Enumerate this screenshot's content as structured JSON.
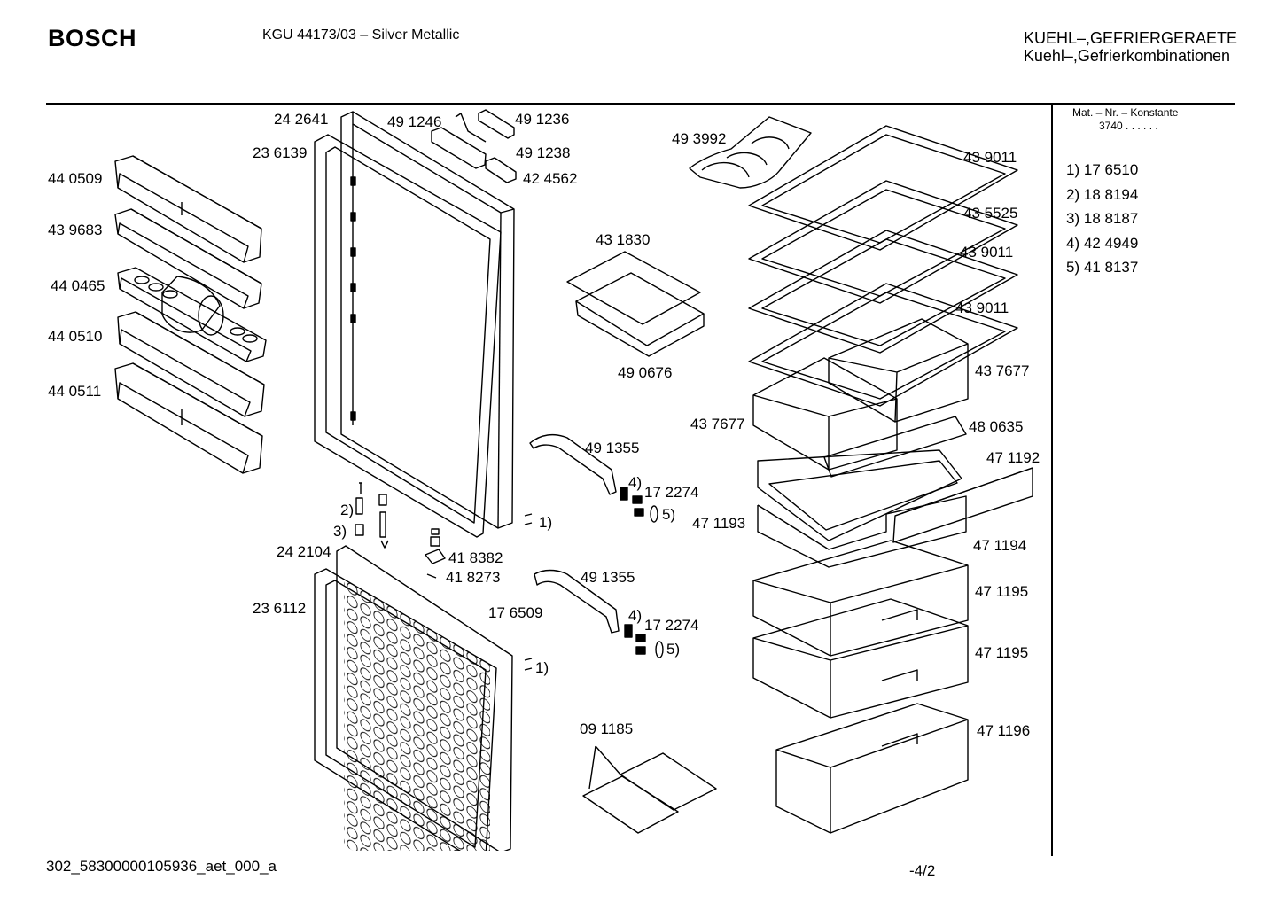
{
  "header": {
    "brand": "BOSCH",
    "model": "KGU 44173/03 – Silver Metallic",
    "category_line1": "KUEHL–,GEFRIERGERAETE",
    "category_line2": "Kuehl–,Gefrierkombinationen"
  },
  "sidebar": {
    "mat_title": "Mat. – Nr. – Konstante",
    "mat_value": "3740 . . . . . .",
    "constants": [
      {
        "id": "1)",
        "value": "17 6510"
      },
      {
        "id": "2)",
        "value": "18 8194"
      },
      {
        "id": "3)",
        "value": "18 8187"
      },
      {
        "id": "4)",
        "value": "42 4949"
      },
      {
        "id": "5)",
        "value": "41 8137"
      }
    ]
  },
  "part_labels": {
    "door_frame_top": "24 2641",
    "door_seal_top": "23 6139",
    "part_491246": "49 1246",
    "part_491236": "49 1236",
    "part_491238": "49 1238",
    "part_424562": "42 4562",
    "shelf_440509": "44 0509",
    "shelf_439683": "43 9683",
    "shelf_440465": "44 0465",
    "shelf_440510": "44 0510",
    "shelf_440511": "44 0511",
    "bottle_rack": "49 3992",
    "glass_shelf_1": "43 9011",
    "glass_shelf_2": "43 5525",
    "glass_shelf_3": "43 9011",
    "glass_shelf_4": "43 9011",
    "drawer_431830": "43 1830",
    "drawer_490676": "49 0676",
    "crisper_right": "43 7677",
    "crisper_left": "43 7677",
    "cover_480635": "48 0635",
    "handle_top": "49 1355",
    "ref_4_top": "4)",
    "hinge_top": "17 2274",
    "ref_5_top": "5)",
    "ref_1_top": "1)",
    "ref_2": "2)",
    "ref_3": "3)",
    "tray_471192": "47 1192",
    "tray_471193": "47 1193",
    "tray_471194": "47 1194",
    "freezer_frame": "24 2104",
    "hinge_418382": "41 8382",
    "pin_418273": "41 8273",
    "handle_bottom": "49 1355",
    "freezer_seal": "23 6112",
    "clip_176509": "17 6509",
    "ref_4_bottom": "4)",
    "hinge_bottom": "17 2274",
    "ref_5_bottom": "5)",
    "ref_1_bottom": "1)",
    "freezer_drawer_1": "47 1195",
    "freezer_drawer_2": "47 1195",
    "freezer_drawer_3": "47 1196",
    "ice_tray": "09 1185"
  },
  "footer": {
    "doc_id": "302_58300000105936_aet_000_a",
    "page": "-4/2"
  }
}
